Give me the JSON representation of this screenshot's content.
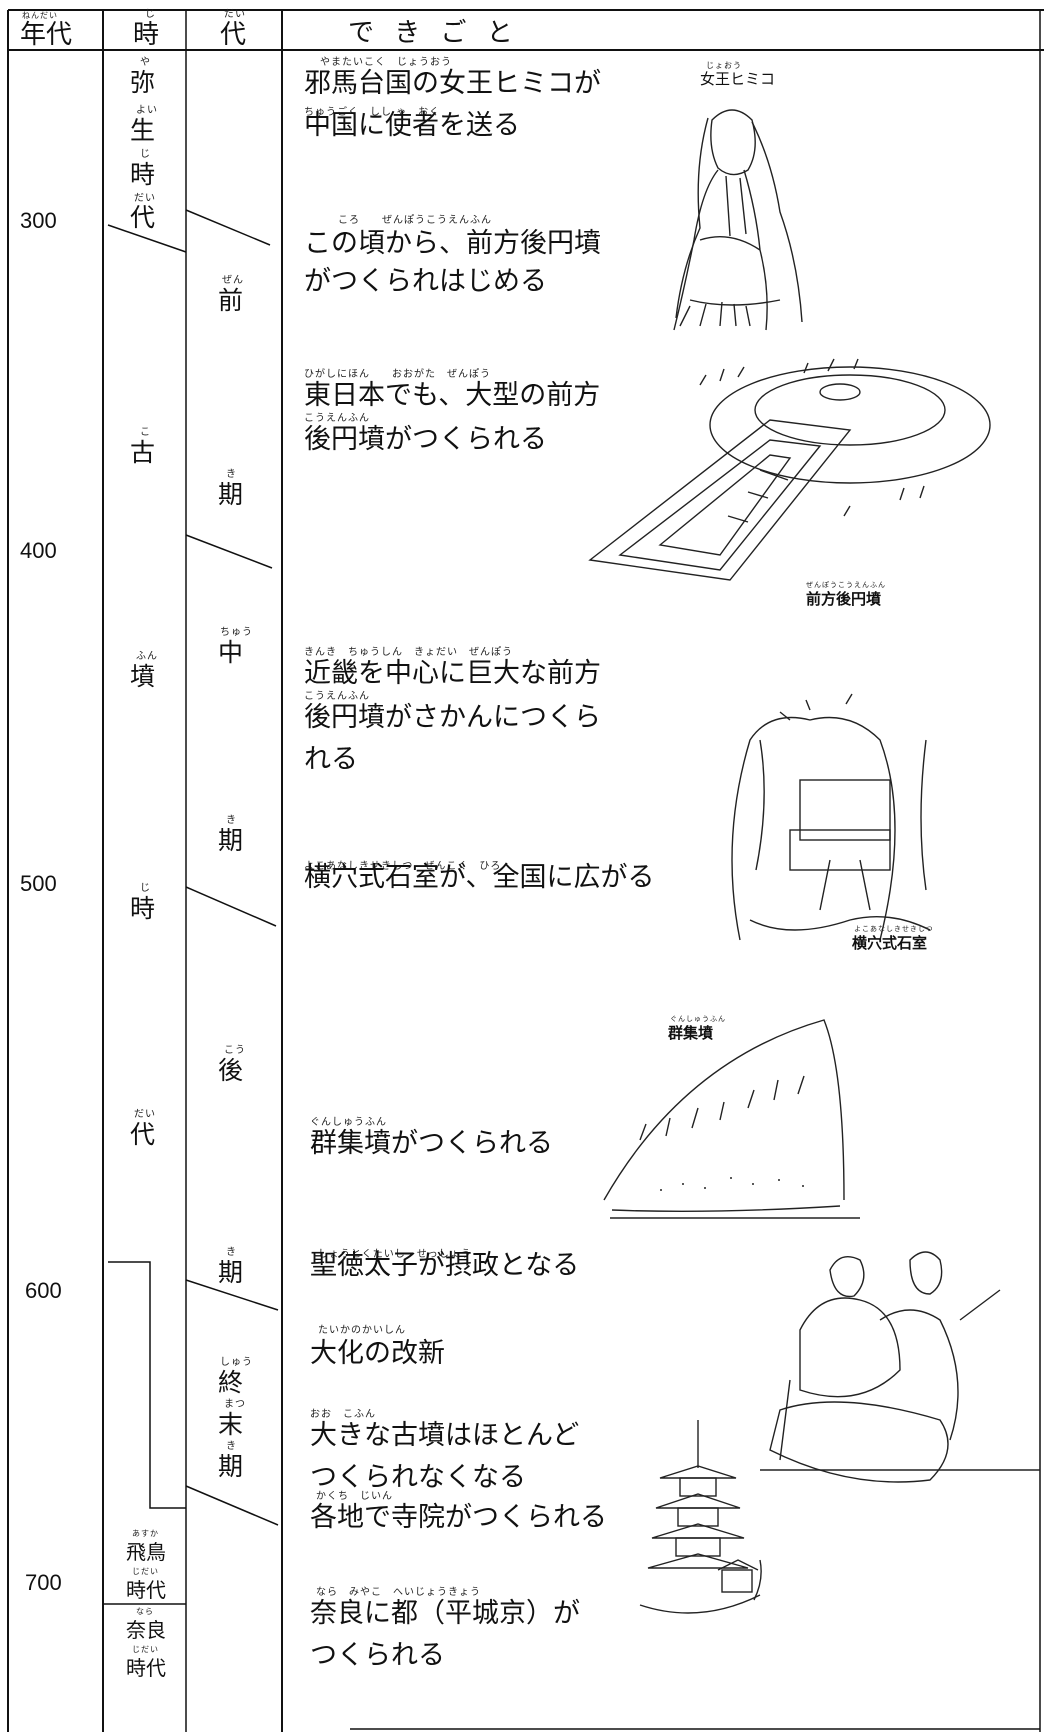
{
  "header": {
    "nendai_ruby": "ねんだい",
    "nendai": "年代",
    "ji_ruby": "じ",
    "ji": "時",
    "dai_ruby": "だい",
    "dai": "代",
    "dekigoto": "で き ご と"
  },
  "years": [
    "300",
    "400",
    "500",
    "600",
    "700"
  ],
  "eras": {
    "yayoi": [
      [
        "や",
        "弥"
      ],
      [
        "よい",
        "生"
      ],
      [
        "じ",
        "時"
      ],
      [
        "だい",
        "代"
      ]
    ],
    "kofun": [
      [
        "こ",
        "古"
      ],
      [
        "ふん",
        "墳"
      ],
      [
        "じ",
        "時"
      ],
      [
        "だい",
        "代"
      ]
    ],
    "asuka": {
      "ruby1": "あすか",
      "name": "飛鳥",
      "ruby2": "じだい",
      "jidai": "時代"
    },
    "nara": {
      "ruby1": "なら",
      "name": "奈良",
      "ruby2": "じだい",
      "jidai": "時代"
    }
  },
  "periods": {
    "zenki": [
      [
        "ぜん",
        "前"
      ],
      [
        "き",
        "期"
      ]
    ],
    "chuki": [
      [
        "ちゅう",
        "中"
      ],
      [
        "き",
        "期"
      ]
    ],
    "kouki": [
      [
        "こう",
        "後"
      ],
      [
        "き",
        "期"
      ]
    ],
    "shumatsuki": [
      [
        "しゅう",
        "終"
      ],
      [
        "まつ",
        "末"
      ],
      [
        "き",
        "期"
      ]
    ]
  },
  "events": [
    {
      "ruby": "やまたいこく　じょうおう",
      "text": "邪馬台国の女王ヒミコが"
    },
    {
      "ruby": "ちゅうごく　しし ゃ　おく",
      "text": "中国に使者を送る"
    },
    {
      "ruby": "ころ　　ぜんぽうこうえんふん",
      "text": "この頃から、前方後円墳"
    },
    {
      "ruby": "",
      "text": "がつくられはじめる"
    },
    {
      "ruby": "ひがしにほん　　おおがた　ぜんぽう",
      "text": "東日本でも、大型の前方"
    },
    {
      "ruby": "こうえんふん",
      "text": "後円墳がつくられる"
    },
    {
      "ruby": "きんき　ちゅうしん　きょだい　ぜんぽう",
      "text": "近畿を中心に巨大な前方"
    },
    {
      "ruby": "こうえんふん",
      "text": "後円墳がさかんにつくら"
    },
    {
      "ruby": "",
      "text": "れる"
    },
    {
      "ruby": "よこあなしきせきしつ　ぜんこく　ひろ",
      "text": "横穴式石室が、全国に広がる"
    },
    {
      "ruby": "ぐんしゅうふん",
      "text": "群集墳がつくられる"
    },
    {
      "ruby": "しょうとくたいし　せっしょう",
      "text": "聖徳太子が摂政となる"
    },
    {
      "ruby": "たいかのかいしん",
      "text": "大化の改新"
    },
    {
      "ruby": "おお　こふん",
      "text": "大きな古墳はほとんど"
    },
    {
      "ruby": "",
      "text": "つくられなくなる"
    },
    {
      "ruby": "かくち　じいん",
      "text": "各地で寺院がつくられる"
    },
    {
      "ruby": "なら　みやこ　へいじょうきょう",
      "text": "奈良に都（平城京）が"
    },
    {
      "ruby": "",
      "text": "つくられる"
    }
  ],
  "captions": {
    "himiko_ruby": "じょおう",
    "himiko": "女王ヒミコ",
    "zenpo_ruby": "ぜんぽうこうえんふん",
    "zenpo": "前方後円墳",
    "yokoana_ruby": "よこあなしきせきしつ",
    "yokoana": "横穴式石室",
    "gunshu_ruby": "ぐんしゅうふん",
    "gunshu": "群集墳"
  }
}
